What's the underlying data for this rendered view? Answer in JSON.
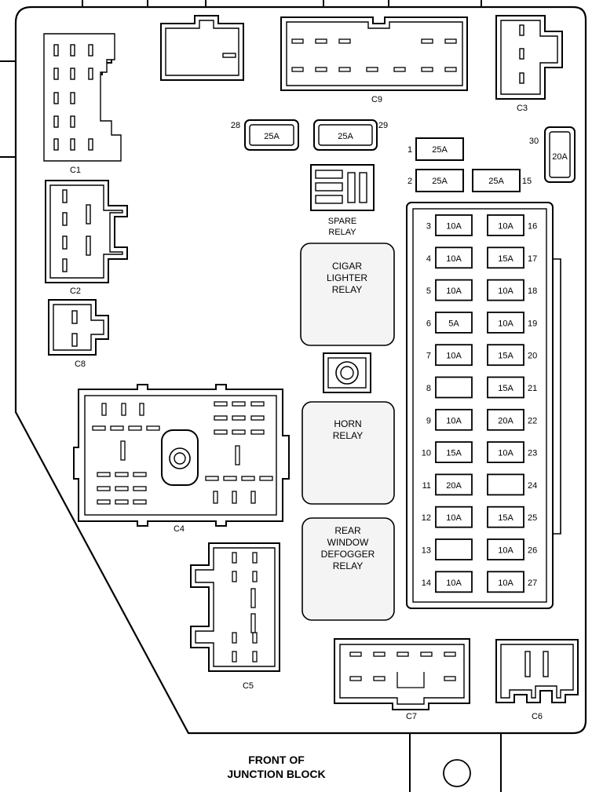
{
  "connectors": {
    "c1": "C1",
    "c2": "C2",
    "c3": "C3",
    "c4": "C4",
    "c5": "C5",
    "c6": "C6",
    "c7": "C7",
    "c8": "C8",
    "c9": "C9"
  },
  "relays": {
    "spare": [
      "SPARE",
      "RELAY"
    ],
    "cigar": [
      "CIGAR",
      "LIGHTER",
      "RELAY"
    ],
    "horn": [
      "HORN",
      "RELAY"
    ],
    "defogger": [
      "REAR",
      "WINDOW",
      "DEFOGGER",
      "RELAY"
    ]
  },
  "fuses_top": [
    {
      "num": "28",
      "amp": "25A"
    },
    {
      "num": "29",
      "amp": "25A"
    },
    {
      "num": "1",
      "amp": "25A"
    },
    {
      "num": "2",
      "amp": "25A"
    },
    {
      "num": "15",
      "amp": "25A"
    },
    {
      "num": "30",
      "amp": "20A"
    }
  ],
  "fuse_panel": {
    "left": [
      {
        "num": "3",
        "amp": "10A"
      },
      {
        "num": "4",
        "amp": "10A"
      },
      {
        "num": "5",
        "amp": "10A"
      },
      {
        "num": "6",
        "amp": "5A"
      },
      {
        "num": "7",
        "amp": "10A"
      },
      {
        "num": "8",
        "amp": ""
      },
      {
        "num": "9",
        "amp": "10A"
      },
      {
        "num": "10",
        "amp": "15A"
      },
      {
        "num": "11",
        "amp": "20A"
      },
      {
        "num": "12",
        "amp": "10A"
      },
      {
        "num": "13",
        "amp": ""
      },
      {
        "num": "14",
        "amp": "10A"
      }
    ],
    "right": [
      {
        "num": "16",
        "amp": "10A"
      },
      {
        "num": "17",
        "amp": "15A"
      },
      {
        "num": "18",
        "amp": "10A"
      },
      {
        "num": "19",
        "amp": "10A"
      },
      {
        "num": "20",
        "amp": "15A"
      },
      {
        "num": "21",
        "amp": "15A"
      },
      {
        "num": "22",
        "amp": "20A"
      },
      {
        "num": "23",
        "amp": "10A"
      },
      {
        "num": "24",
        "amp": ""
      },
      {
        "num": "25",
        "amp": "15A"
      },
      {
        "num": "26",
        "amp": "10A"
      },
      {
        "num": "27",
        "amp": "10A"
      }
    ]
  },
  "footer": [
    "FRONT OF",
    "JUNCTION BLOCK"
  ]
}
